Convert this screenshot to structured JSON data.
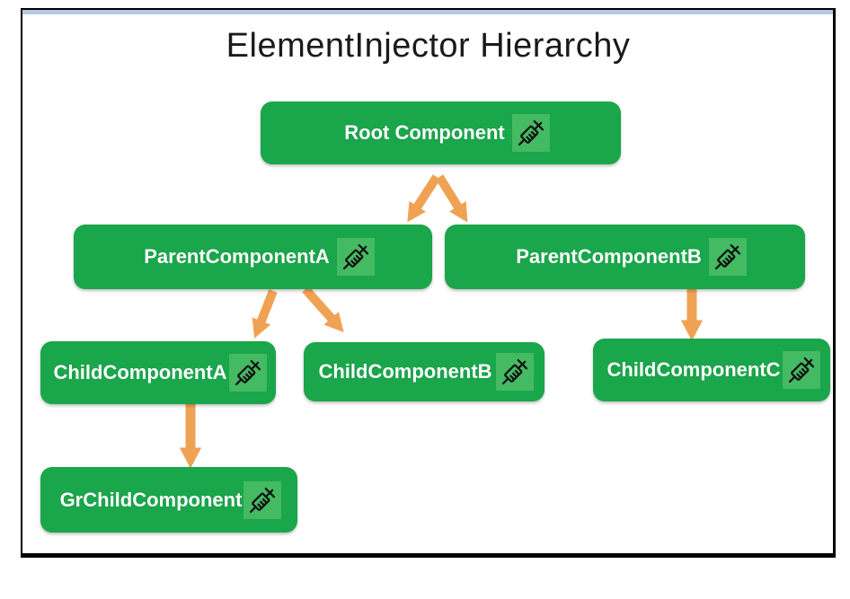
{
  "diagram": {
    "title": "ElementInjector Hierarchy",
    "nodes": [
      {
        "id": "root",
        "label": "Root Component"
      },
      {
        "id": "parent-a",
        "label": "ParentComponentA"
      },
      {
        "id": "parent-b",
        "label": "ParentComponentB"
      },
      {
        "id": "child-a",
        "label": "ChildComponentA"
      },
      {
        "id": "child-b",
        "label": "ChildComponentB"
      },
      {
        "id": "child-c",
        "label": "ChildComponentC"
      },
      {
        "id": "grchild",
        "label": "GrChildComponent"
      }
    ],
    "edges": [
      {
        "from": "Root Component",
        "to": "ParentComponentA"
      },
      {
        "from": "Root Component",
        "to": "ParentComponentB"
      },
      {
        "from": "ParentComponentA",
        "to": "ChildComponentA"
      },
      {
        "from": "ParentComponentA",
        "to": "ChildComponentB"
      },
      {
        "from": "ParentComponentB",
        "to": "ChildComponentC"
      },
      {
        "from": "ChildComponentA",
        "to": "GrChildComponent"
      }
    ],
    "icon": "syringe-icon",
    "colors": {
      "node_fill": "#1aa64b",
      "icon_fill": "#44ba63",
      "arrow": "#f0a254",
      "node_text": "#ffffff",
      "title_text": "#1a1a1a",
      "frame_border": "#000000",
      "frame_top_strip": "#b7c9e2"
    }
  }
}
